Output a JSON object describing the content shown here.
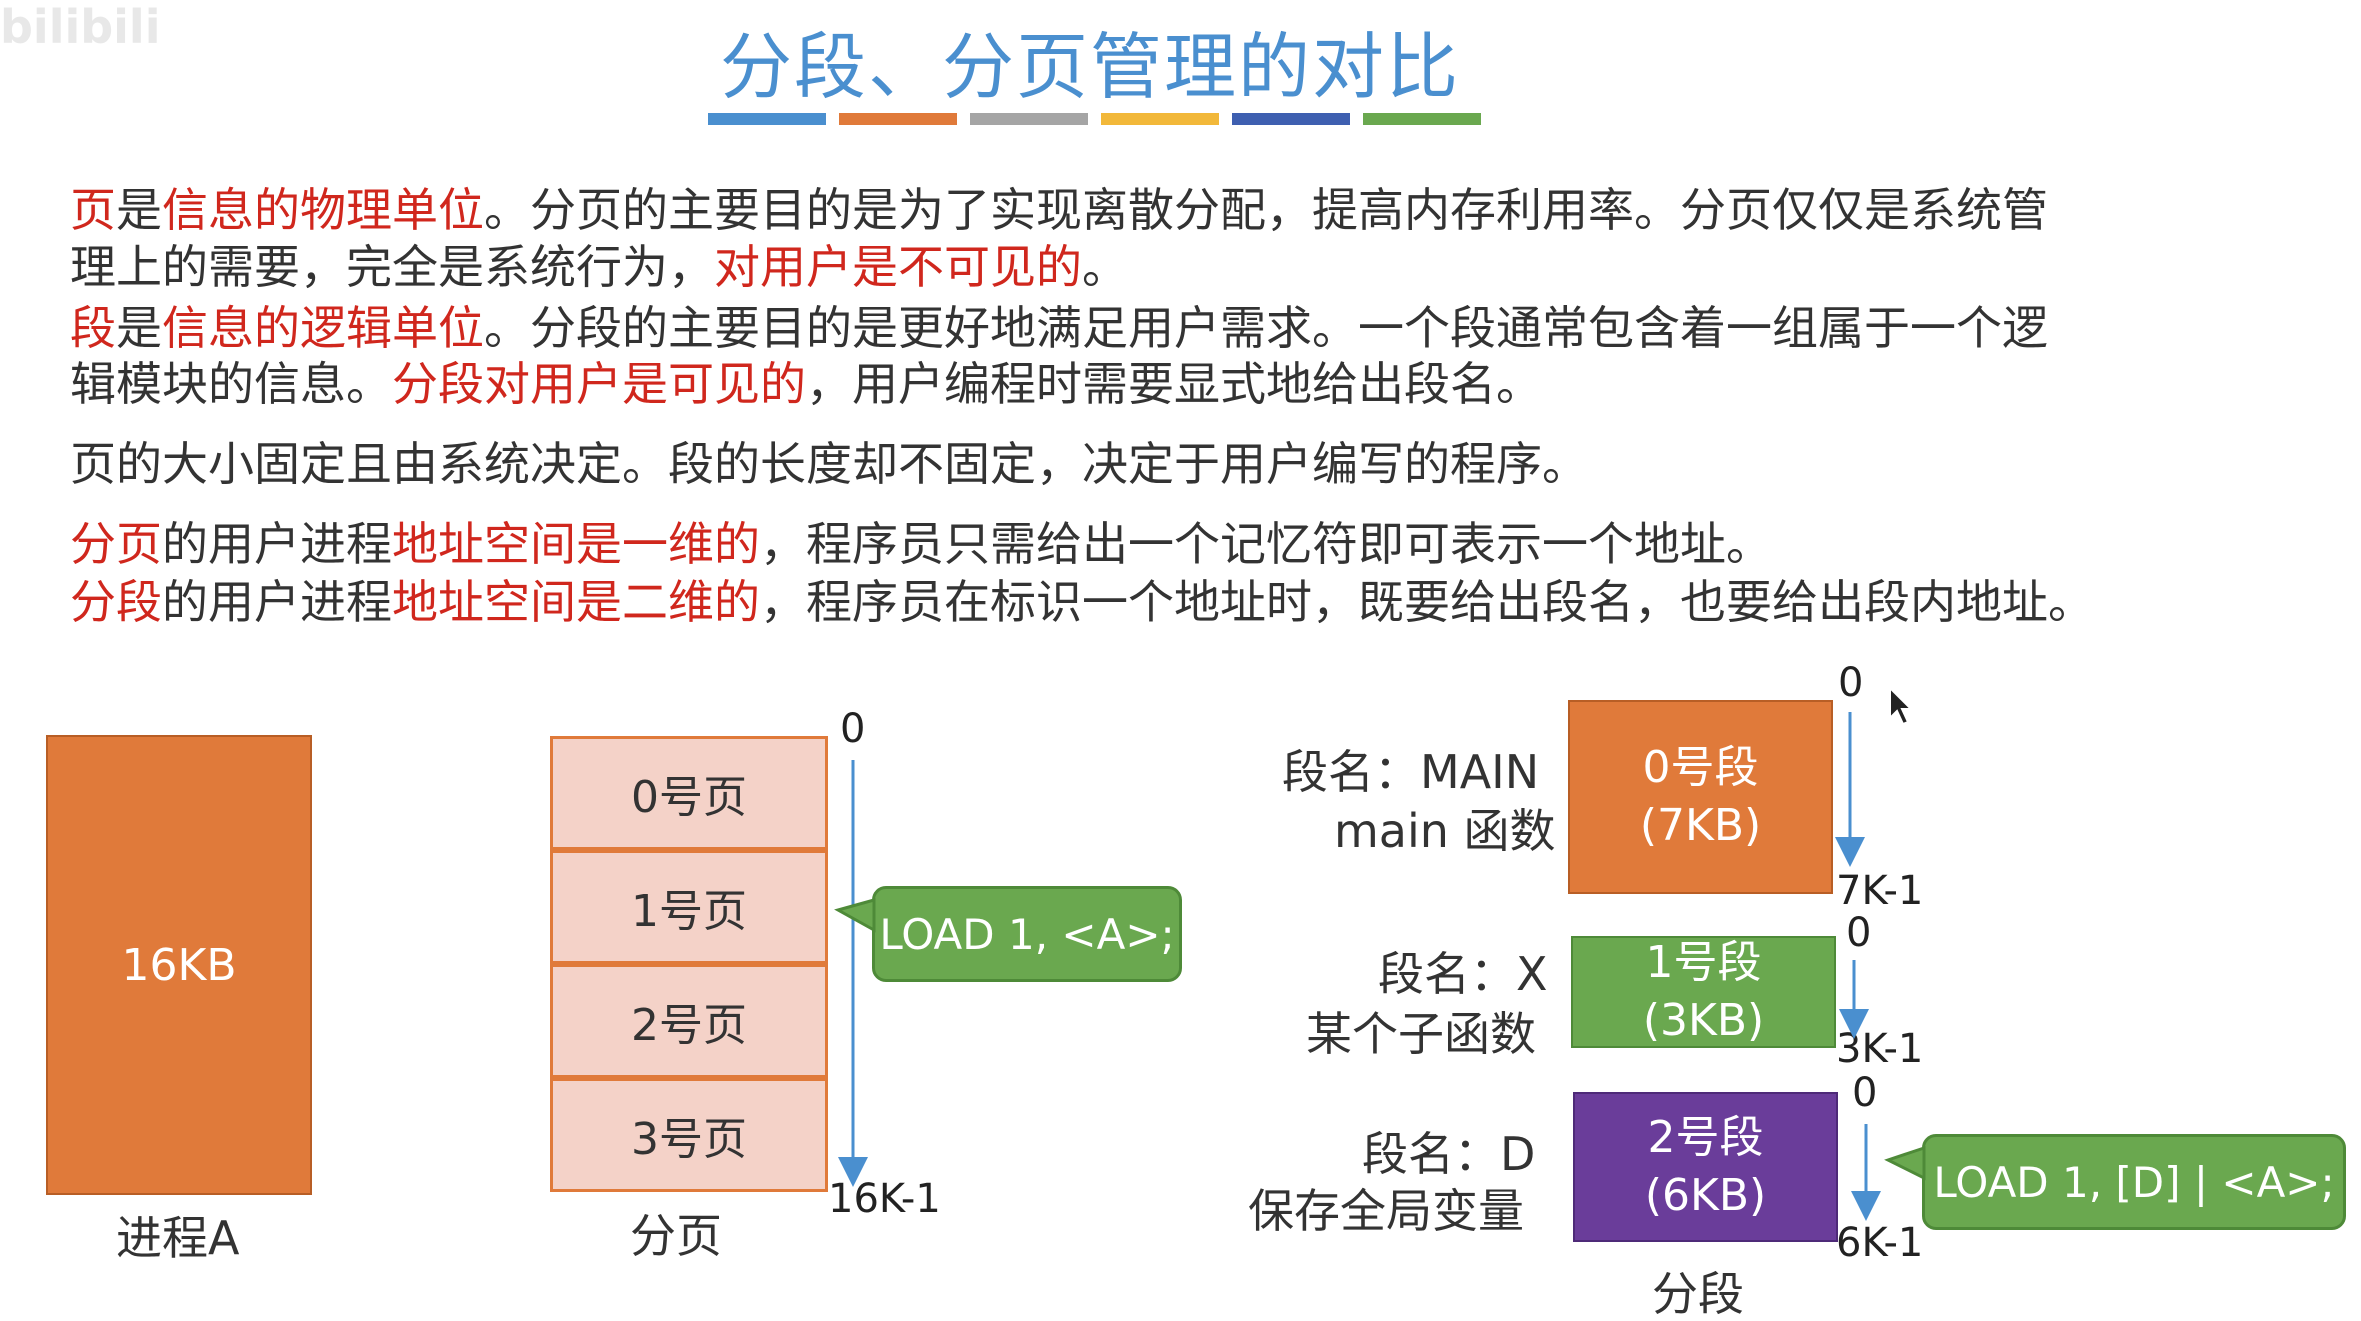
{
  "watermark": "bilibili",
  "title": "分段、分页管理的对比",
  "title_bar_colors": [
    "#4a8fcf",
    "#e07a3a",
    "#a5a5a5",
    "#f2b83a",
    "#3e5fb0",
    "#6aa84f"
  ],
  "colors": {
    "text": "#333333",
    "highlight": "#d0271d",
    "process": "#e07a3a",
    "page_fill": "#f4d2c8",
    "seg0": "#e07a3a",
    "seg1": "#6aa84f",
    "seg2": "#6a3d9a",
    "callout": "#6aa84f",
    "arrow": "#4a8fcf"
  },
  "paragraphs": {
    "p1": [
      {
        "t": "页",
        "red": true
      },
      {
        "t": "是",
        "red": false
      },
      {
        "t": "信息的物理单位",
        "red": true
      },
      {
        "t": "。分页的主要目的是为了实现离散分配，提高内存利用率。分页仅仅是系统管",
        "red": false
      }
    ],
    "p1b": [
      {
        "t": "理上的需要，完全是系统行为，",
        "red": false
      },
      {
        "t": "对用户是不可见的",
        "red": true
      },
      {
        "t": "。",
        "red": false
      }
    ],
    "p2": [
      {
        "t": "段",
        "red": true
      },
      {
        "t": "是",
        "red": false
      },
      {
        "t": "信息的逻辑单位",
        "red": true
      },
      {
        "t": "。分段的主要目的是更好地满足用户需求。一个段通常包含着一组属于一个逻",
        "red": false
      }
    ],
    "p2b": [
      {
        "t": "辑模块的信息。",
        "red": false
      },
      {
        "t": "分段对用户是可见的",
        "red": true
      },
      {
        "t": "，用户编程时需要显式地给出段名。",
        "red": false
      }
    ],
    "p3": [
      {
        "t": "页的大小固定且由系统决定。段的长度却不固定，决定于用户编写的程序。",
        "red": false
      }
    ],
    "p4": [
      {
        "t": "分页",
        "red": true
      },
      {
        "t": "的用户进程",
        "red": false
      },
      {
        "t": "地址空间是一维的",
        "red": true
      },
      {
        "t": "，程序员只需给出一个记忆符即可表示一个地址。",
        "red": false
      }
    ],
    "p5": [
      {
        "t": "分段",
        "red": true
      },
      {
        "t": "的用户进程",
        "red": false
      },
      {
        "t": "地址空间是二维的",
        "red": true
      },
      {
        "t": "，程序员在标识一个地址时，既要给出段名，也要给出段内地址。",
        "red": false
      }
    ]
  },
  "process": {
    "size": "16KB",
    "label": "进程A"
  },
  "paging": {
    "pages": [
      "0号页",
      "1号页",
      "2号页",
      "3号页"
    ],
    "label": "分页",
    "start": "0",
    "end": "16K-1",
    "instruction": "LOAD 1, <A>;"
  },
  "segmentation": {
    "label": "分段",
    "segments": [
      {
        "box_line1": "0号段",
        "box_line2": "(7KB)",
        "name_line1": "段名：MAIN",
        "name_line2": "main 函数",
        "start": "0",
        "end": "7K-1"
      },
      {
        "box_line1": "1号段",
        "box_line2": "(3KB)",
        "name_line1": "段名：X",
        "name_line2": "某个子函数",
        "start": "0",
        "end": "3K-1"
      },
      {
        "box_line1": "2号段",
        "box_line2": "(6KB)",
        "name_line1": "段名：D",
        "name_line2": "保存全局变量",
        "start": "0",
        "end": "6K-1"
      }
    ],
    "instruction": "LOAD 1, [D] | <A>;"
  }
}
